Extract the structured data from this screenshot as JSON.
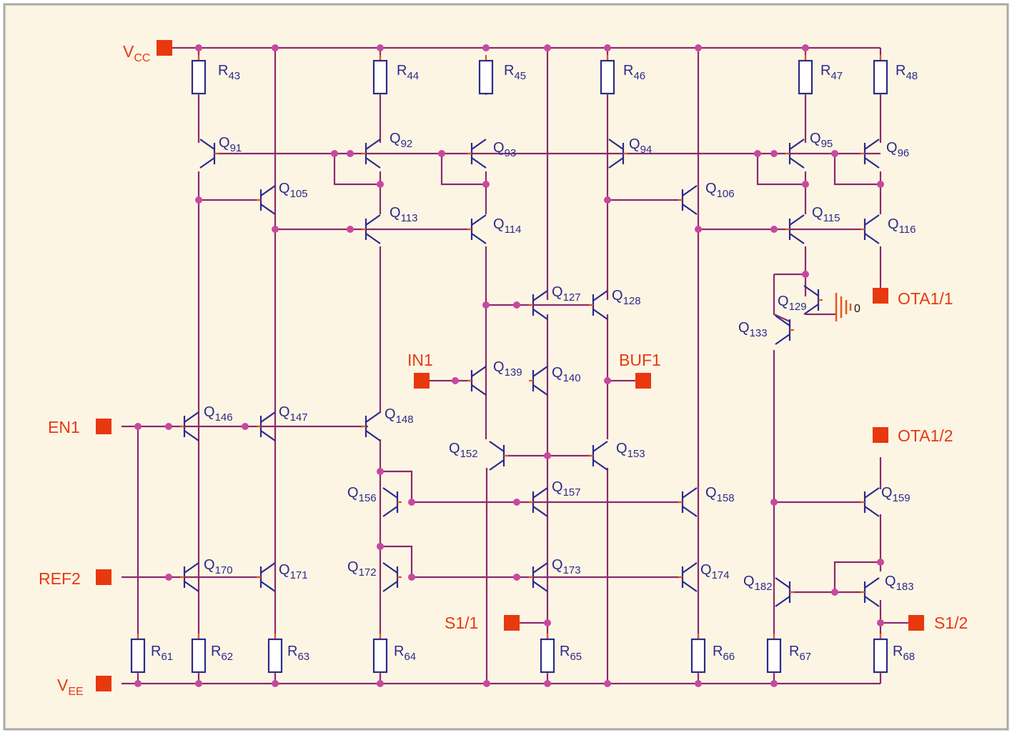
{
  "ports": [
    {
      "id": "vcc",
      "main": "V",
      "sub": "CC"
    },
    {
      "id": "vee",
      "main": "V",
      "sub": "EE"
    },
    {
      "id": "en1",
      "main": "EN1"
    },
    {
      "id": "ref2",
      "main": "REF2"
    },
    {
      "id": "in1",
      "main": "IN1"
    },
    {
      "id": "buf1",
      "main": "BUF1"
    },
    {
      "id": "s11",
      "main": "S1/1"
    },
    {
      "id": "s12",
      "main": "S1/2"
    },
    {
      "id": "ota11",
      "main": "OTA1/1"
    },
    {
      "id": "ota12",
      "main": "OTA1/2"
    }
  ],
  "transistors": [
    {
      "id": "q91",
      "prefix": "Q",
      "num": "91"
    },
    {
      "id": "q92",
      "prefix": "Q",
      "num": "92"
    },
    {
      "id": "q93",
      "prefix": "Q",
      "num": "93"
    },
    {
      "id": "q94",
      "prefix": "Q",
      "num": "94"
    },
    {
      "id": "q95",
      "prefix": "Q",
      "num": "95"
    },
    {
      "id": "q96",
      "prefix": "Q",
      "num": "96"
    },
    {
      "id": "q105",
      "prefix": "Q",
      "num": "105"
    },
    {
      "id": "q106",
      "prefix": "Q",
      "num": "106"
    },
    {
      "id": "q113",
      "prefix": "Q",
      "num": "113"
    },
    {
      "id": "q114",
      "prefix": "Q",
      "num": "114"
    },
    {
      "id": "q115",
      "prefix": "Q",
      "num": "115"
    },
    {
      "id": "q116",
      "prefix": "Q",
      "num": "116"
    },
    {
      "id": "q127",
      "prefix": "Q",
      "num": "127"
    },
    {
      "id": "q128",
      "prefix": "Q",
      "num": "128"
    },
    {
      "id": "q129",
      "prefix": "Q",
      "num": "129"
    },
    {
      "id": "q133",
      "prefix": "Q",
      "num": "133"
    },
    {
      "id": "q139",
      "prefix": "Q",
      "num": "139"
    },
    {
      "id": "q140",
      "prefix": "Q",
      "num": "140"
    },
    {
      "id": "q146",
      "prefix": "Q",
      "num": "146"
    },
    {
      "id": "q147",
      "prefix": "Q",
      "num": "147"
    },
    {
      "id": "q148",
      "prefix": "Q",
      "num": "148"
    },
    {
      "id": "q152",
      "prefix": "Q",
      "num": "152"
    },
    {
      "id": "q153",
      "prefix": "Q",
      "num": "153"
    },
    {
      "id": "q156",
      "prefix": "Q",
      "num": "156"
    },
    {
      "id": "q157",
      "prefix": "Q",
      "num": "157"
    },
    {
      "id": "q158",
      "prefix": "Q",
      "num": "158"
    },
    {
      "id": "q159",
      "prefix": "Q",
      "num": "159"
    },
    {
      "id": "q170",
      "prefix": "Q",
      "num": "170"
    },
    {
      "id": "q171",
      "prefix": "Q",
      "num": "171"
    },
    {
      "id": "q172",
      "prefix": "Q",
      "num": "172"
    },
    {
      "id": "q173",
      "prefix": "Q",
      "num": "173"
    },
    {
      "id": "q174",
      "prefix": "Q",
      "num": "174"
    },
    {
      "id": "q182",
      "prefix": "Q",
      "num": "182"
    },
    {
      "id": "q183",
      "prefix": "Q",
      "num": "183"
    }
  ],
  "resistors": [
    {
      "id": "r43",
      "prefix": "R",
      "num": "43"
    },
    {
      "id": "r44",
      "prefix": "R",
      "num": "44"
    },
    {
      "id": "r45",
      "prefix": "R",
      "num": "45"
    },
    {
      "id": "r46",
      "prefix": "R",
      "num": "46"
    },
    {
      "id": "r47",
      "prefix": "R",
      "num": "47"
    },
    {
      "id": "r48",
      "prefix": "R",
      "num": "48"
    },
    {
      "id": "r61",
      "prefix": "R",
      "num": "61"
    },
    {
      "id": "r62",
      "prefix": "R",
      "num": "62"
    },
    {
      "id": "r63",
      "prefix": "R",
      "num": "63"
    },
    {
      "id": "r64",
      "prefix": "R",
      "num": "64"
    },
    {
      "id": "r65",
      "prefix": "R",
      "num": "65"
    },
    {
      "id": "r66",
      "prefix": "R",
      "num": "66"
    },
    {
      "id": "r67",
      "prefix": "R",
      "num": "67"
    },
    {
      "id": "r68",
      "prefix": "R",
      "num": "68"
    }
  ],
  "ground": {
    "label": "0"
  },
  "colors": {
    "background": "#fdf5e4",
    "frame": "#a9a9a9",
    "wire": "#8a2a6e",
    "lead": "#e8541a",
    "device": "#2b2a8c",
    "junction": "#c848a0",
    "port": "#e8380e"
  }
}
